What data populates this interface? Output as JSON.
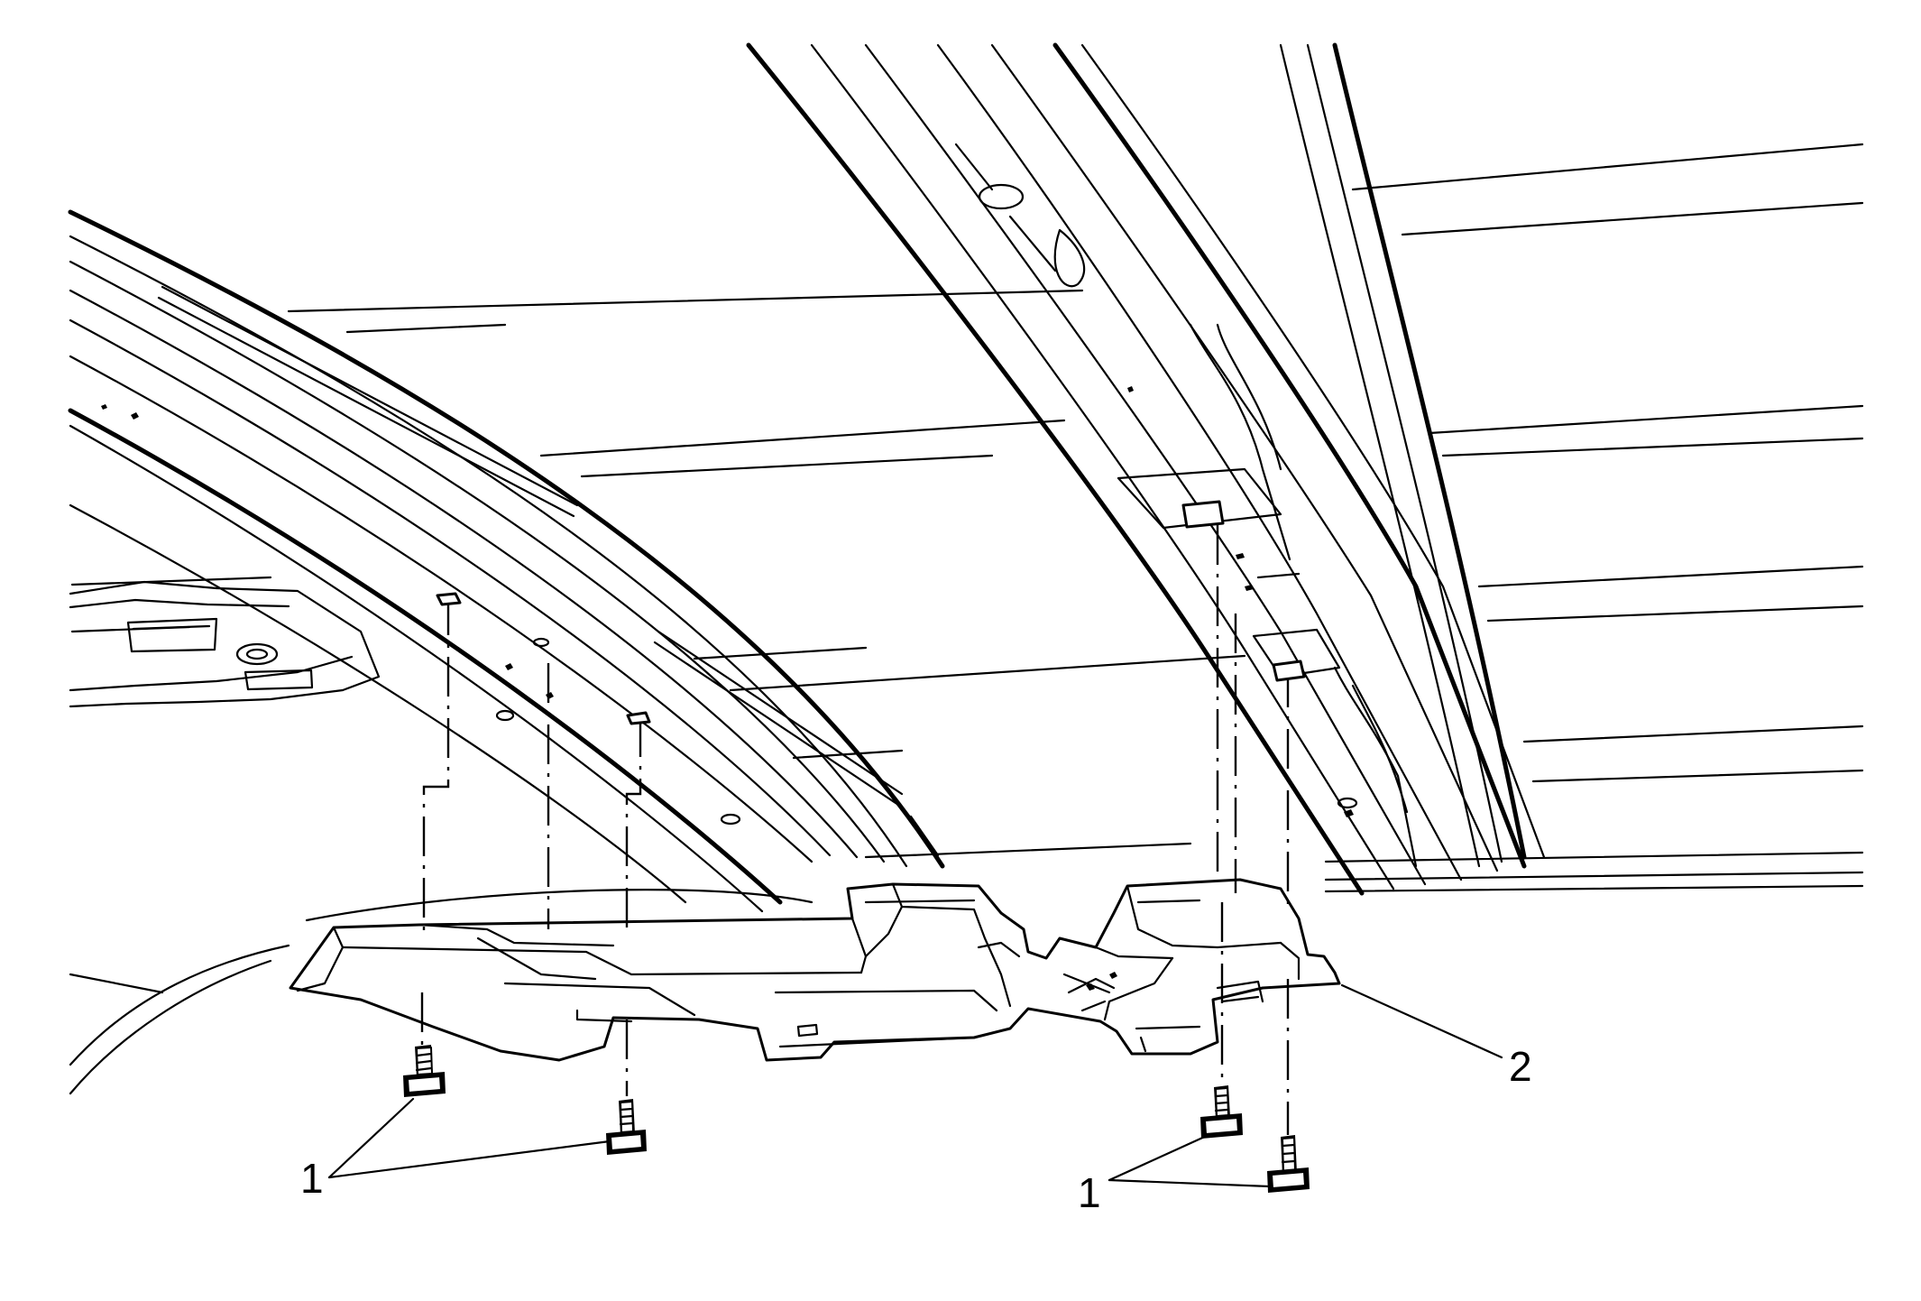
{
  "callouts": {
    "fastener_label_left": "1",
    "fastener_label_right": "1",
    "bracket_label": "2"
  }
}
